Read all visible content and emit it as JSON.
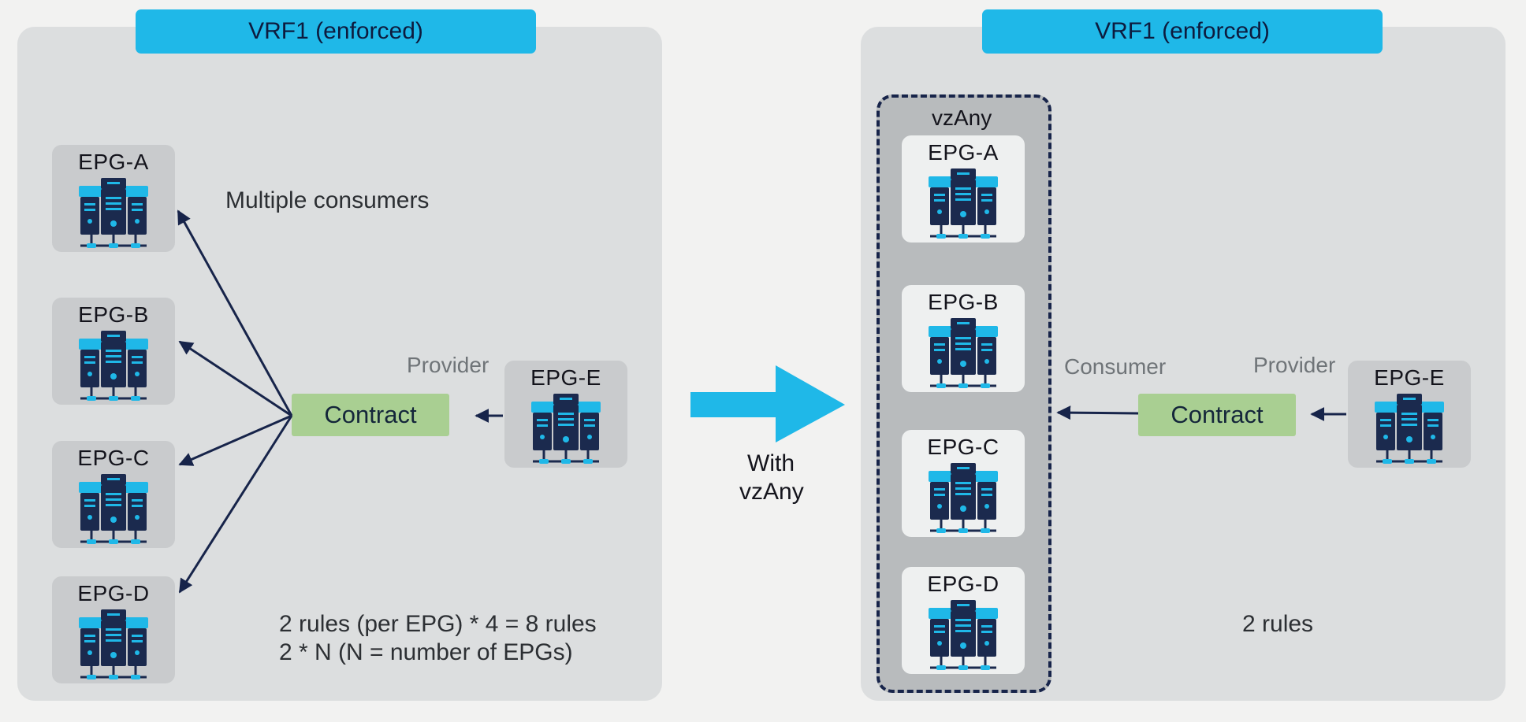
{
  "left_panel": {
    "vrf_title": "VRF1 (enforced)",
    "caption": "Multiple consumers",
    "epgs": [
      "EPG-A",
      "EPG-B",
      "EPG-C",
      "EPG-D"
    ],
    "provider_role": "Provider",
    "provider_epg": "EPG-E",
    "contract_label": "Contract",
    "rules_line1": "2 rules (per EPG) * 4 = 8 rules",
    "rules_line2": "2 * N (N = number of EPGs)"
  },
  "transition": {
    "line1": "With",
    "line2": "vzAny"
  },
  "right_panel": {
    "vrf_title": "VRF1 (enforced)",
    "vzany_label": "vzAny",
    "epgs": [
      "EPG-A",
      "EPG-B",
      "EPG-C",
      "EPG-D"
    ],
    "consumer_role": "Consumer",
    "provider_role": "Provider",
    "provider_epg": "EPG-E",
    "contract_label": "Contract",
    "rules": "2 rules"
  },
  "colors": {
    "vrf_header": "#1fb8e8",
    "contract": "#a9cf92",
    "arrow": "#17244a",
    "server_dark": "#1b2a4e",
    "server_light": "#1fb8e8"
  },
  "icons": {
    "server": "server-rack-icon",
    "transition_arrow": "right-arrow-icon"
  }
}
